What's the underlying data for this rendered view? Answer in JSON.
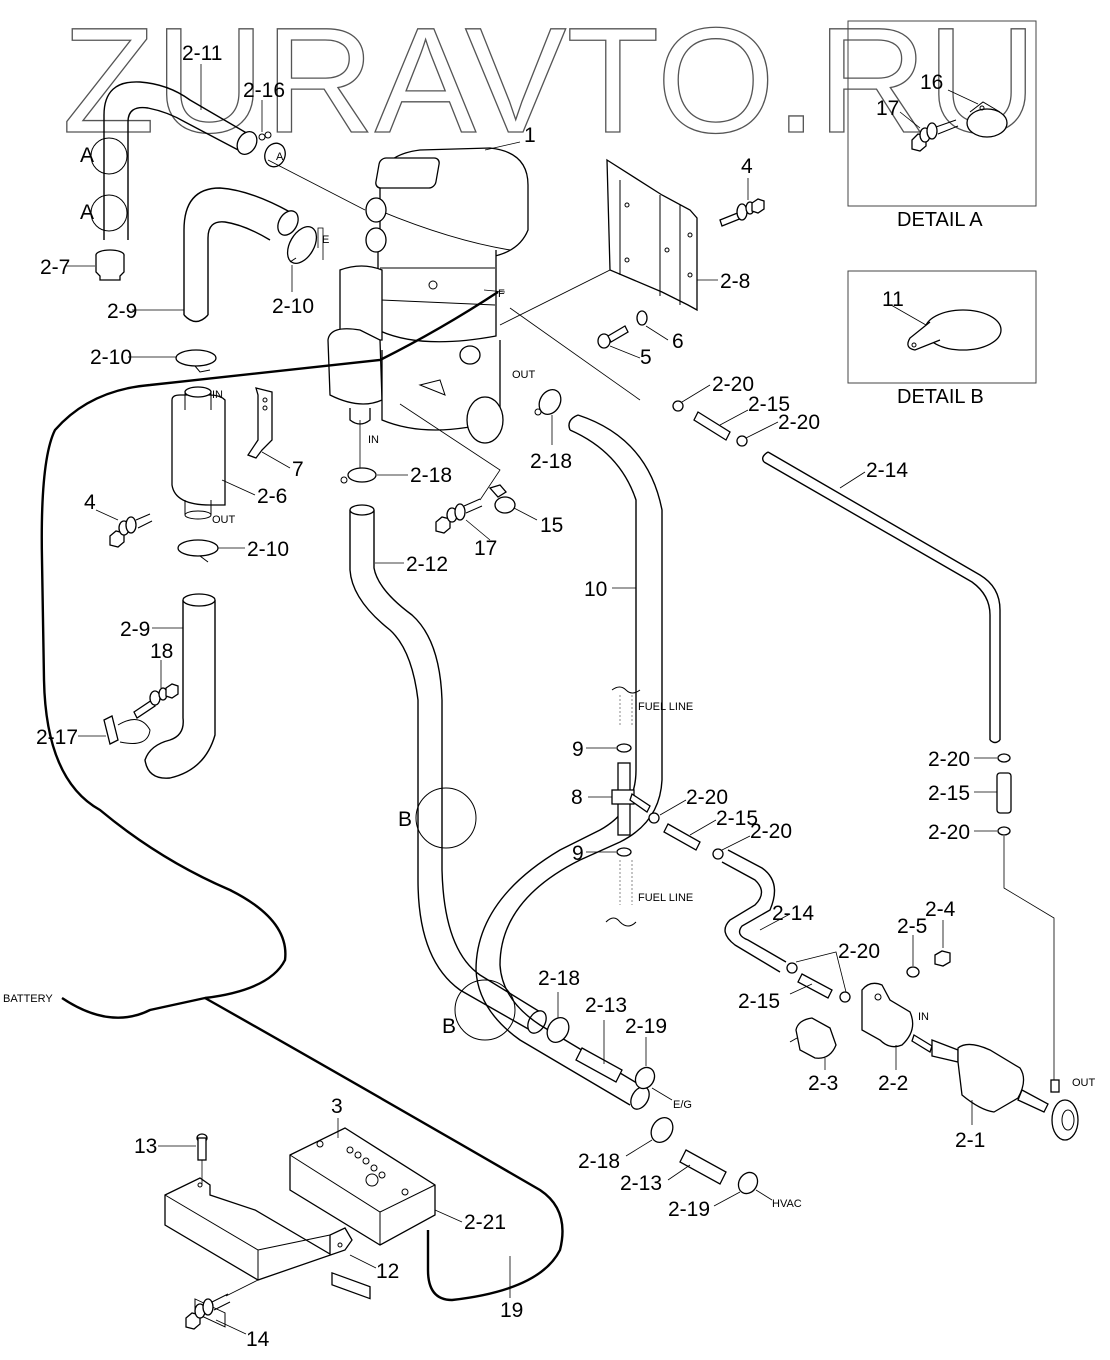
{
  "watermark": "ZURAVTO.RU",
  "details": {
    "a": {
      "title": "DETAIL A",
      "parts": [
        "16",
        "17"
      ]
    },
    "b": {
      "title": "DETAIL B",
      "parts": [
        "11"
      ]
    }
  },
  "annotations": {
    "in": "IN",
    "out": "OUT",
    "fuel_line": "FUEL LINE",
    "battery": "BATTERY",
    "eg": "E/G",
    "hvac": "HVAC",
    "ref_a": "A",
    "ref_b": "B",
    "ref_e": "E",
    "ref_f": "F"
  },
  "callouts": {
    "c2_11": "2-11",
    "c2_16": "2-16",
    "c1": "1",
    "c16": "16",
    "c17a": "17",
    "c2_7": "2-7",
    "c2_9a": "2-9",
    "c2_10a": "2-10",
    "c2_10b": "2-10",
    "c4a": "4",
    "c2_8": "2-8",
    "c6": "6",
    "c5": "5",
    "c11": "11",
    "c2_20a": "2-20",
    "c2_15a": "2-15",
    "c2_20b": "2-20",
    "c2_14a": "2-14",
    "c7": "7",
    "c2_6": "2-6",
    "c4b": "4",
    "c2_10c": "2-10",
    "c2_18a": "2-18",
    "c2_18b": "2-18",
    "c15": "15",
    "c17b": "17",
    "c2_12": "2-12",
    "c10": "10",
    "c2_9b": "2-9",
    "c18": "18",
    "c2_17": "2-17",
    "c9a": "9",
    "c8": "8",
    "c9b": "9",
    "c2_20c": "2-20",
    "c2_15b": "2-15",
    "c2_20d": "2-20",
    "c2_20e": "2-20",
    "c2_15c": "2-15",
    "c2_20f": "2-20",
    "c2_14b": "2-14",
    "c2_5": "2-5",
    "c2_4": "2-4",
    "c2_20g": "2-20",
    "c2_15d": "2-15",
    "c2_3": "2-3",
    "c2_2": "2-2",
    "c2_1": "2-1",
    "c2_18c": "2-18",
    "c2_13a": "2-13",
    "c2_19a": "2-19",
    "c2_18d": "2-18",
    "c2_13b": "2-13",
    "c2_19b": "2-19",
    "c3": "3",
    "c13": "13",
    "c2_21": "2-21",
    "c12": "12",
    "c14": "14",
    "c19": "19"
  }
}
